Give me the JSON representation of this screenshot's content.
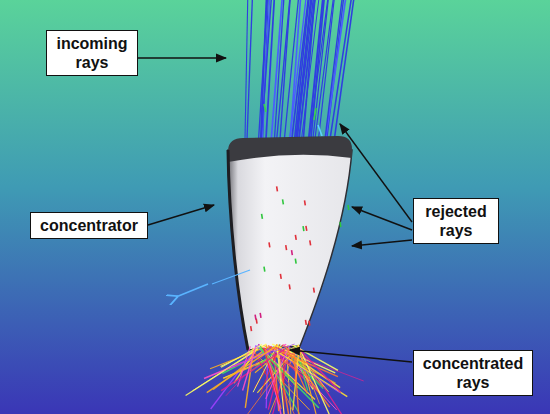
{
  "diagram": {
    "nodes": [
      {
        "text": [
          "incoming rays"
        ]
      },
      {
        "text": [
          "concentrator"
        ]
      },
      {
        "text": [
          "rejected rays"
        ]
      },
      {
        "text": [
          "concentrated rays"
        ]
      }
    ]
  }
}
